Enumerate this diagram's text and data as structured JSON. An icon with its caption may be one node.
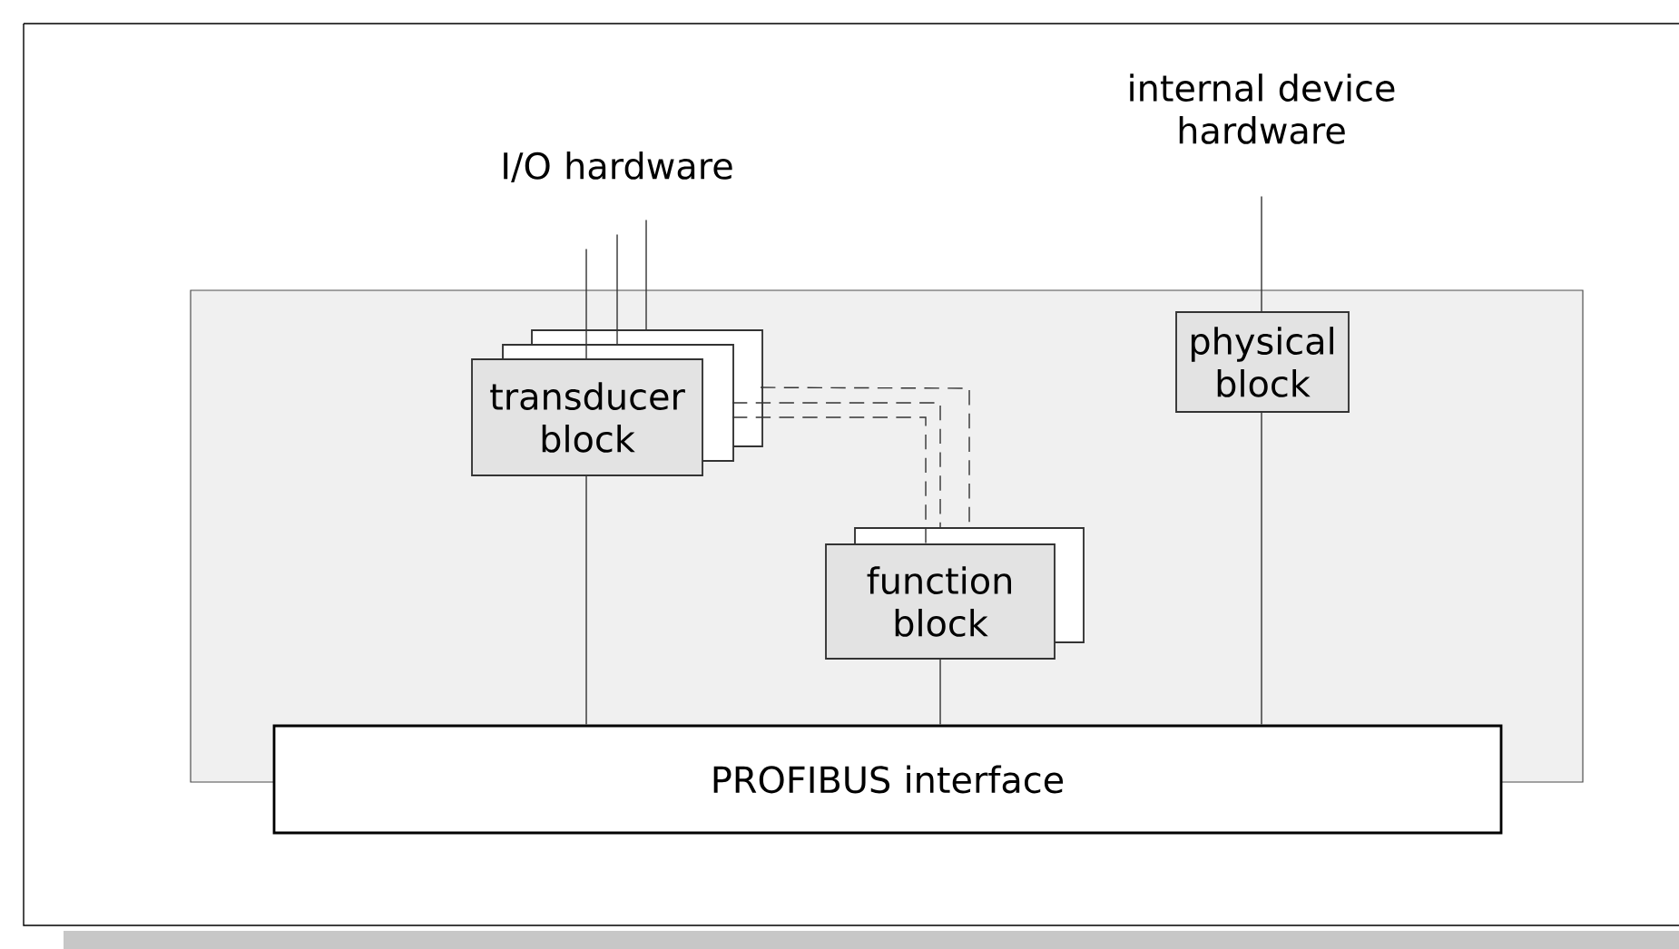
{
  "diagram": {
    "nodes": [
      {
        "text": [],
        "shape": "box"
      },
      {
        "text": [
          "I/O hardware"
        ]
      },
      {
        "text": [
          "internal device hardware"
        ]
      },
      {
        "text": [
          "transducer block"
        ],
        "in": 0
      },
      {
        "text": [
          "function block"
        ],
        "in": 0
      },
      {
        "text": [
          "physical block"
        ],
        "in": 0
      },
      {
        "text": [
          "PROFIBUS interface"
        ]
      }
    ],
    "edges": [
      {
        "from": 1,
        "to": 3,
        "arrow": "none"
      },
      {
        "from": 1,
        "to": 3,
        "arrow": "none"
      },
      {
        "from": 1,
        "to": 3,
        "arrow": "none"
      },
      {
        "from": 3,
        "to": 4,
        "arrow": "none",
        "style": "dashed"
      },
      {
        "from": 3,
        "to": 4,
        "arrow": "none",
        "style": "dashed"
      },
      {
        "from": 3,
        "to": 4,
        "arrow": "none",
        "style": "dashed"
      },
      {
        "from": 2,
        "to": 5,
        "arrow": "none"
      },
      {
        "from": 3,
        "to": 6,
        "arrow": "none"
      },
      {
        "from": 4,
        "to": 6,
        "arrow": "none"
      },
      {
        "from": 5,
        "to": 6,
        "arrow": "none"
      }
    ]
  }
}
